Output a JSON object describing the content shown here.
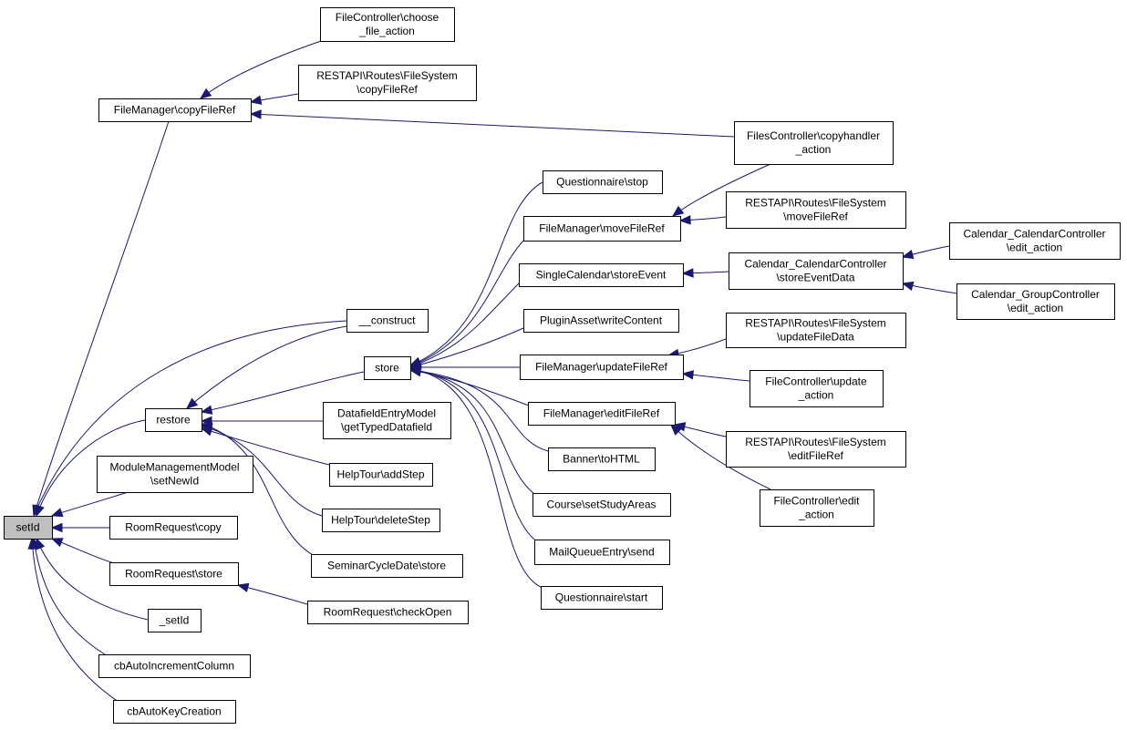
{
  "colors": {
    "edge": "#191970",
    "root_fill": "#bfbfbf",
    "node_fill": "#ffffff",
    "node_border": "#000000"
  },
  "nodes": [
    {
      "id": "setId",
      "lines": [
        "setId"
      ]
    },
    {
      "id": "fm_copyFileRef",
      "lines": [
        "FileManager\\copyFileRef"
      ]
    },
    {
      "id": "construct",
      "lines": [
        "__construct"
      ]
    },
    {
      "id": "restore",
      "lines": [
        "restore"
      ]
    },
    {
      "id": "mmm_setNewId",
      "lines": [
        "ModuleManagementModel",
        "\\setNewId"
      ]
    },
    {
      "id": "rr_copy",
      "lines": [
        "RoomRequest\\copy"
      ]
    },
    {
      "id": "rr_store",
      "lines": [
        "RoomRequest\\store"
      ]
    },
    {
      "id": "_setId",
      "lines": [
        "_setId"
      ]
    },
    {
      "id": "cbAutoIncrementColumn",
      "lines": [
        "cbAutoIncrementColumn"
      ]
    },
    {
      "id": "cbAutoKeyCreation",
      "lines": [
        "cbAutoKeyCreation"
      ]
    },
    {
      "id": "fc_choose",
      "lines": [
        "FileController\\choose",
        "_file_action"
      ]
    },
    {
      "id": "rest_copyFileRef",
      "lines": [
        "RESTAPI\\Routes\\FileSystem",
        "\\copyFileRef"
      ]
    },
    {
      "id": "filesc_copyhandler",
      "lines": [
        "FilesController\\copyhandler",
        "_action"
      ]
    },
    {
      "id": "store",
      "lines": [
        "store"
      ]
    },
    {
      "id": "dem_getTyped",
      "lines": [
        "DatafieldEntryModel",
        "\\getTypedDatafield"
      ]
    },
    {
      "id": "ht_addStep",
      "lines": [
        "HelpTour\\addStep"
      ]
    },
    {
      "id": "ht_deleteStep",
      "lines": [
        "HelpTour\\deleteStep"
      ]
    },
    {
      "id": "scd_store",
      "lines": [
        "SeminarCycleDate\\store"
      ]
    },
    {
      "id": "rr_checkOpen",
      "lines": [
        "RoomRequest\\checkOpen"
      ]
    },
    {
      "id": "q_stop",
      "lines": [
        "Questionnaire\\stop"
      ]
    },
    {
      "id": "fm_moveFileRef",
      "lines": [
        "FileManager\\moveFileRef"
      ]
    },
    {
      "id": "sc_storeEvent",
      "lines": [
        "SingleCalendar\\storeEvent"
      ]
    },
    {
      "id": "pa_writeContent",
      "lines": [
        "PluginAsset\\writeContent"
      ]
    },
    {
      "id": "fm_updateFileRef",
      "lines": [
        "FileManager\\updateFileRef"
      ]
    },
    {
      "id": "fm_editFileRef",
      "lines": [
        "FileManager\\editFileRef"
      ]
    },
    {
      "id": "banner_toHTML",
      "lines": [
        "Banner\\toHTML"
      ]
    },
    {
      "id": "course_setStudyAreas",
      "lines": [
        "Course\\setStudyAreas"
      ]
    },
    {
      "id": "mqe_send",
      "lines": [
        "MailQueueEntry\\send"
      ]
    },
    {
      "id": "q_start",
      "lines": [
        "Questionnaire\\start"
      ]
    },
    {
      "id": "rest_moveFileRef",
      "lines": [
        "RESTAPI\\Routes\\FileSystem",
        "\\moveFileRef"
      ]
    },
    {
      "id": "ccc_storeEventData",
      "lines": [
        "Calendar_CalendarController",
        "\\storeEventData"
      ]
    },
    {
      "id": "rest_updateFileData",
      "lines": [
        "RESTAPI\\Routes\\FileSystem",
        "\\updateFileData"
      ]
    },
    {
      "id": "fc_update",
      "lines": [
        "FileController\\update",
        "_action"
      ]
    },
    {
      "id": "rest_editFileRef",
      "lines": [
        "RESTAPI\\Routes\\FileSystem",
        "\\editFileRef"
      ]
    },
    {
      "id": "fc_edit",
      "lines": [
        "FileController\\edit",
        "_action"
      ]
    },
    {
      "id": "ccc_edit",
      "lines": [
        "Calendar_CalendarController",
        "\\edit_action"
      ]
    },
    {
      "id": "cgc_edit",
      "lines": [
        "Calendar_GroupController",
        "\\edit_action"
      ]
    }
  ],
  "edges": [
    {
      "from": "fm_copyFileRef",
      "to": "setId"
    },
    {
      "from": "construct",
      "to": "setId"
    },
    {
      "from": "restore",
      "to": "setId"
    },
    {
      "from": "mmm_setNewId",
      "to": "setId"
    },
    {
      "from": "rr_copy",
      "to": "setId"
    },
    {
      "from": "rr_store",
      "to": "setId"
    },
    {
      "from": "_setId",
      "to": "setId"
    },
    {
      "from": "cbAutoIncrementColumn",
      "to": "setId"
    },
    {
      "from": "cbAutoKeyCreation",
      "to": "setId"
    },
    {
      "from": "fc_choose",
      "to": "fm_copyFileRef"
    },
    {
      "from": "rest_copyFileRef",
      "to": "fm_copyFileRef"
    },
    {
      "from": "filesc_copyhandler",
      "to": "fm_copyFileRef"
    },
    {
      "from": "construct",
      "to": "restore"
    },
    {
      "from": "store",
      "to": "restore"
    },
    {
      "from": "dem_getTyped",
      "to": "restore"
    },
    {
      "from": "ht_addStep",
      "to": "restore"
    },
    {
      "from": "ht_deleteStep",
      "to": "restore"
    },
    {
      "from": "scd_store",
      "to": "restore"
    },
    {
      "from": "rr_checkOpen",
      "to": "rr_store"
    },
    {
      "from": "q_stop",
      "to": "store"
    },
    {
      "from": "fm_moveFileRef",
      "to": "store"
    },
    {
      "from": "sc_storeEvent",
      "to": "store"
    },
    {
      "from": "pa_writeContent",
      "to": "store"
    },
    {
      "from": "fm_updateFileRef",
      "to": "store"
    },
    {
      "from": "fm_editFileRef",
      "to": "store"
    },
    {
      "from": "banner_toHTML",
      "to": "store"
    },
    {
      "from": "course_setStudyAreas",
      "to": "store"
    },
    {
      "from": "mqe_send",
      "to": "store"
    },
    {
      "from": "q_start",
      "to": "store"
    },
    {
      "from": "filesc_copyhandler",
      "to": "fm_moveFileRef"
    },
    {
      "from": "rest_moveFileRef",
      "to": "fm_moveFileRef"
    },
    {
      "from": "ccc_storeEventData",
      "to": "sc_storeEvent"
    },
    {
      "from": "ccc_edit",
      "to": "ccc_storeEventData"
    },
    {
      "from": "cgc_edit",
      "to": "ccc_storeEventData"
    },
    {
      "from": "rest_updateFileData",
      "to": "fm_updateFileRef"
    },
    {
      "from": "fc_update",
      "to": "fm_updateFileRef"
    },
    {
      "from": "rest_editFileRef",
      "to": "fm_editFileRef"
    },
    {
      "from": "fc_edit",
      "to": "fm_editFileRef"
    }
  ]
}
